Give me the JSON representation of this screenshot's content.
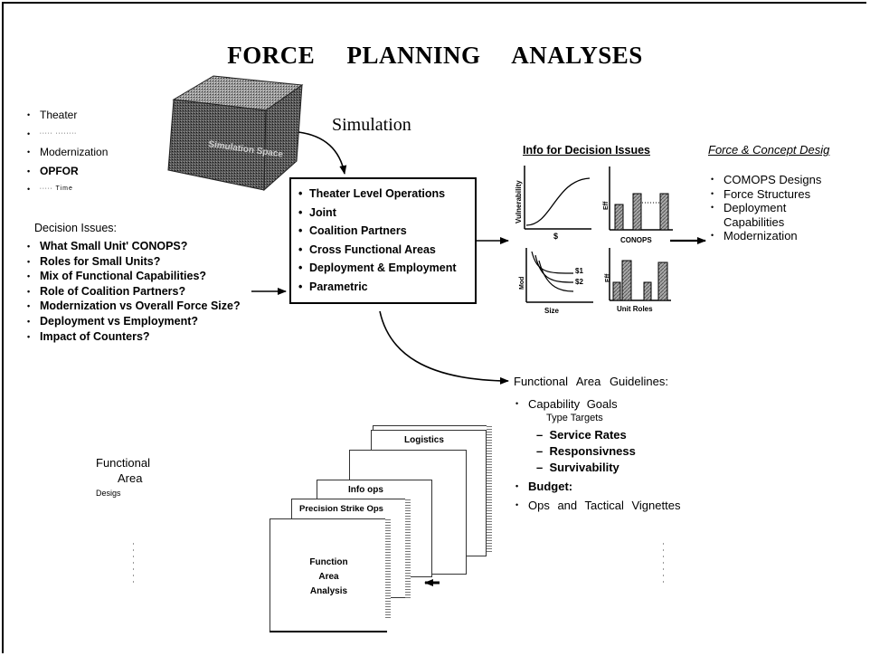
{
  "title": "FORCE PLANNING ANALYSES",
  "cube": {
    "face_label": "Simulation Space"
  },
  "simulation_label": "Simulation",
  "left_top_items": [
    "Theater",
    "∙∙∙∙∙ ∙∙∙∙∙∙∙∙",
    "Modernization",
    "OPFOR",
    "∙∙∙∙∙ Time"
  ],
  "decision_issues": {
    "heading": "Decision Issues:",
    "items": [
      "What Small Unit' CONOPS?",
      "Roles for Small Units?",
      "Mix of Functional Capabilities?",
      "Role of Coalition Partners?",
      "Modernization vs Overall Force Size?",
      "Deployment vs Employment?",
      "Impact of Counters?"
    ]
  },
  "simulation_box_items": [
    "Theater Level Operations",
    "Joint",
    "Coalition Partners",
    "Cross Functional Areas",
    "Deployment & Employment",
    "Parametric"
  ],
  "info_heading": "Info for Decision Issues",
  "charts": {
    "c1": {
      "ylabel": "Vulnerability",
      "xlabel": "$"
    },
    "c2": {
      "ylabel": "Eff",
      "xlabel": "CONOPS"
    },
    "c3": {
      "ylabel": "Mod",
      "xlabel": "Size",
      "curve_labels": [
        "$1",
        "$2"
      ]
    },
    "c4": {
      "ylabel": "Eff",
      "xlabel": "Unit Roles"
    }
  },
  "force_concept": {
    "heading": "Force & Concept Desig",
    "items": [
      "COMOPS Designs",
      "Force Structures",
      "Deployment Capabilities",
      "Modernization"
    ]
  },
  "functional_area_guidelines": {
    "heading": "Functional Area Guidelines:",
    "capability_goals": "Capability Goals",
    "type_targets": "Type Targets",
    "sub_items": [
      "Service Rates",
      "Responsivness",
      "Survivability"
    ],
    "budget": "Budget:",
    "ops": "Ops and Tactical Vignettes"
  },
  "functional_area_designs": [
    "Functional",
    "Area",
    "Desigs"
  ],
  "cards": {
    "logistics": "Logistics",
    "info_ops": "Info ops",
    "precision": "Precision Strike Ops",
    "front": [
      "Function",
      "Area",
      "Analysis"
    ]
  }
}
